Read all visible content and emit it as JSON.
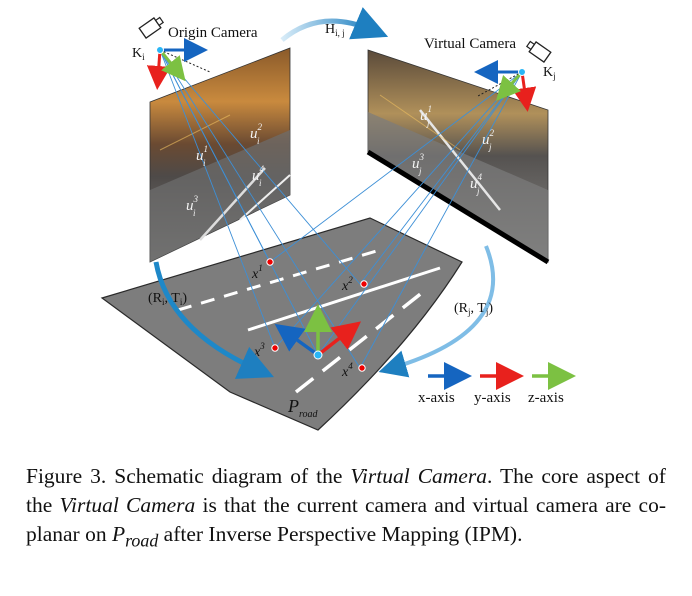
{
  "figure": {
    "origin_camera_label": "Origin Camera",
    "virtual_camera_label": "Virtual Camera",
    "k_i": "K",
    "k_i_sub": "i",
    "k_j": "K",
    "k_j_sub": "j",
    "homography": "H",
    "homography_sub": "i, j",
    "pose_i": "(R",
    "pose_i_sub1": "i",
    "pose_i_mid": ", T",
    "pose_i_sub2": "i",
    "pose_i_end": ")",
    "pose_j": "(R",
    "pose_j_sub1": "j",
    "pose_j_mid": ", T",
    "pose_j_sub2": "j",
    "pose_j_end": ")",
    "plane_label": "P",
    "plane_sub": "road",
    "points": [
      {
        "name": "x",
        "sup": "1"
      },
      {
        "name": "x",
        "sup": "2"
      },
      {
        "name": "x",
        "sup": "3"
      },
      {
        "name": "x",
        "sup": "4"
      }
    ],
    "u_i": [
      {
        "name": "u",
        "sup": "1",
        "sub": "i"
      },
      {
        "name": "u",
        "sup": "2",
        "sub": "i"
      },
      {
        "name": "u",
        "sup": "3",
        "sub": "i"
      },
      {
        "name": "u",
        "sup": "4",
        "sub": "i"
      }
    ],
    "u_j": [
      {
        "name": "u",
        "sup": "1",
        "sub": "j"
      },
      {
        "name": "u",
        "sup": "2",
        "sub": "j"
      },
      {
        "name": "u",
        "sup": "3",
        "sub": "j"
      },
      {
        "name": "u",
        "sup": "4",
        "sub": "j"
      }
    ],
    "legend": {
      "x_axis": "x-axis",
      "y_axis": "y-axis",
      "z_axis": "z-axis"
    },
    "colors": {
      "x_axis": "#1565c0",
      "y_axis": "#e8211d",
      "z_axis": "#7cc142",
      "ray": "#3d8fd6",
      "road": "#7d7d7d",
      "curve_arrow": "#1e88c8"
    }
  },
  "caption": {
    "part1": "Figure 3.  Schematic diagram of the ",
    "em1": "Virtual Camera",
    "part2": ".  The core aspect of the ",
    "em2": "Virtual Camera",
    "part3": " is that the current camera and virtual camera are co-planar on ",
    "math_P": "P",
    "math_sub": "road",
    "part4": " after Inverse Perspective Mapping (IPM)."
  }
}
